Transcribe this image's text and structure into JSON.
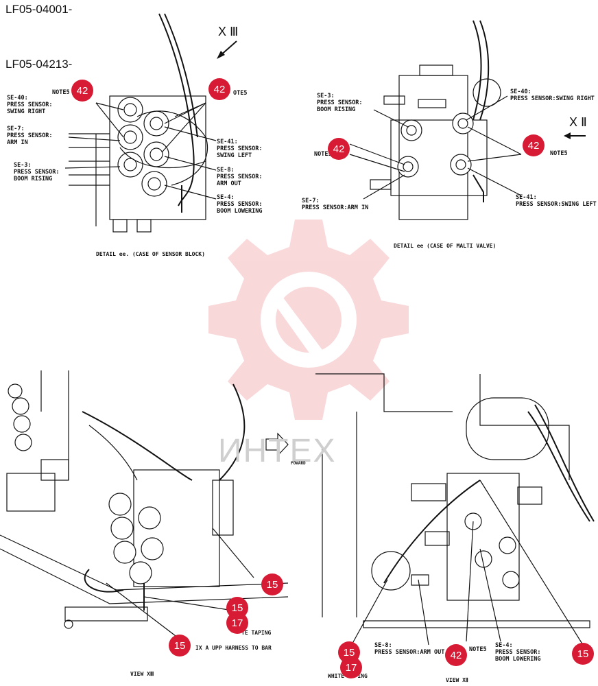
{
  "codes": {
    "primary": "LF05-04001-",
    "secondary": "LF05-04213-"
  },
  "sections": {
    "xiii_marker": "X Ⅲ",
    "xii_marker": "X Ⅱ",
    "forward": "FOWARD"
  },
  "detail_sensor_block": {
    "caption": "DETAIL ee. (CASE OF SENSOR BLOCK)",
    "labels": {
      "se40": "SE-40:\nPRESS SENSOR:\nSWING RIGHT",
      "se7": "SE-7:\nPRESS SENSOR:\nARM IN",
      "se3": "SE-3:\nPRESS SENSOR:\nBOOM RISING",
      "se41": "SE-41:\nPRESS SENSOR:\nSWING LEFT",
      "se8": "SE-8:\nPRESS SENSOR:\nARM OUT",
      "se4": "SE-4:\nPRESS SENSOR:\nBOOM LOWERING",
      "note_left": "NOTE5",
      "note_right": "OTE5"
    }
  },
  "detail_multi_valve": {
    "caption": "DETAIL ee (CASE OF MALTI VALVE)",
    "labels": {
      "se3": "SE-3:\nPRESS SENSOR:\nBOOM RISING",
      "se40": "SE-40:\nPRESS SENSOR:SWING RIGHT",
      "note_left": "NOTE5",
      "note_right": "NOTE5",
      "se7": "SE-7:\nPRESS SENSOR:ARM IN",
      "se41": "SE-41:\nPRESS SENSOR:SWING LEFT"
    }
  },
  "view_xiii": {
    "caption": "VIEW XⅢ",
    "fix_note": "IX A UPP HARNESS TO BAR",
    "taping": "TE TAPING"
  },
  "view_xii": {
    "caption": "VIEW XⅡ",
    "se8": "SE-8:\nPRESS SENSOR:ARM OUT",
    "note": "NOTE5",
    "se4": "SE-4:\nPRESS SENSOR:\nBOOM LOWERING",
    "taping": "WHITE T  ING"
  },
  "callouts": {
    "c42": "42",
    "c15": "15",
    "c17": "17"
  },
  "watermark": {
    "text": "ИНТЕХ",
    "color": "#e8505b"
  }
}
